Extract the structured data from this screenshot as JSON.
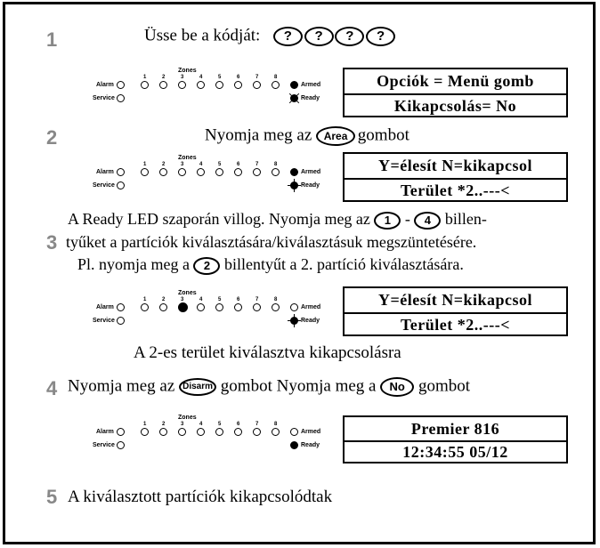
{
  "steps": {
    "s1": {
      "num": "1",
      "text": "Üsse be a kódját:",
      "code_glyph": "?"
    },
    "s2": {
      "num": "2",
      "text_pre": "Nyomja meg az",
      "key": "Area",
      "text_post": "gombot"
    },
    "s3": {
      "num": "3",
      "line1_pre": "A Ready LED szaporán villog. Nyomja meg az",
      "key_a": "1",
      "dash": "-",
      "key_b": "4",
      "line1_post": "billen-",
      "line2": "tyűket a partíciók kiválasztására/kiválasztásuk megszüntetésére.",
      "line3_pre": "Pl. nyomja meg a",
      "key_c": "2",
      "line3_post": "billentyűt a 2. partíció kiválasztására.",
      "caption": "A 2-es terület kiválasztva kikapcsolásra"
    },
    "s4": {
      "num": "4",
      "text_pre": "Nyomja meg az",
      "key": "Disarm",
      "text_mid": "gombot  Nyomja meg a",
      "key2": "No",
      "text_post": "gombot"
    },
    "s5": {
      "num": "5",
      "text": "A kiválasztott partíciók kikapcsolódtak"
    }
  },
  "panel": {
    "zones_label": "Zones",
    "zone_numbers": [
      "1",
      "2",
      "3",
      "4",
      "5",
      "6",
      "7",
      "8"
    ],
    "alarm_label": "Alarm",
    "service_label": "Service",
    "armed_label": "Armed",
    "ready_label": "Ready"
  },
  "lcds": {
    "lcd1": {
      "line1": "Opciók = Menü gomb",
      "line2": "Kikapcsolás= No"
    },
    "lcd2": {
      "line1": "Y=élesít N=kikapcsol",
      "line2": "Terület *2..---<"
    },
    "lcd3": {
      "line1": "Y=élesít N=kikapcsol",
      "line2": "Terület *2..---<"
    },
    "lcd4": {
      "line1": "Premier 816",
      "line2": "12:34:55  05/12"
    }
  }
}
